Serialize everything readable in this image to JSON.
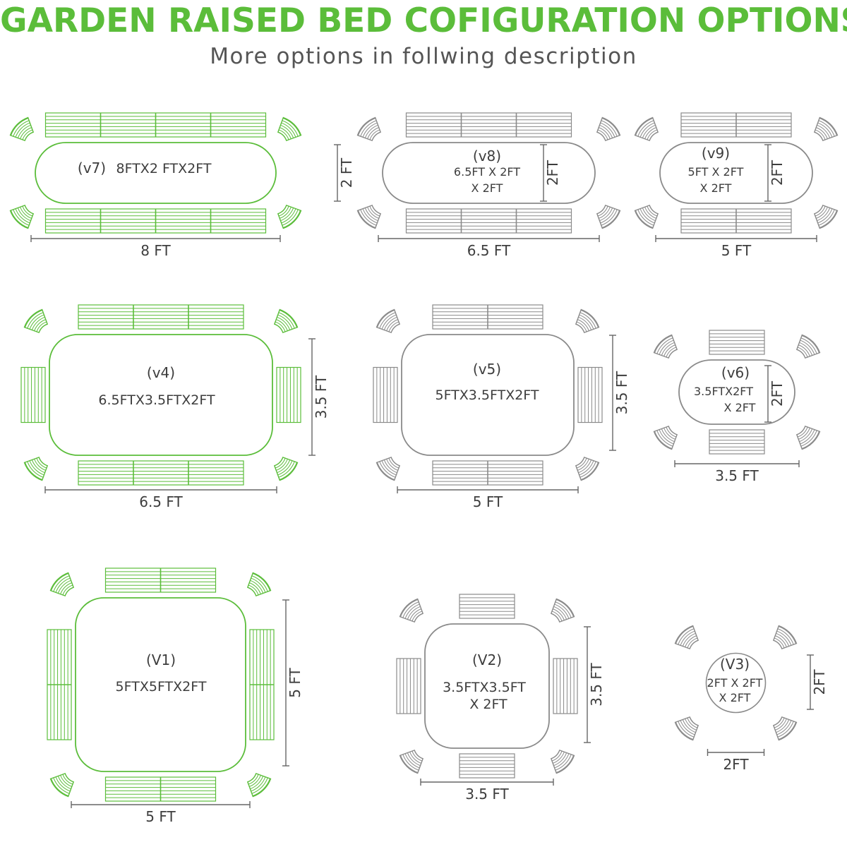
{
  "header": {
    "title": "GARDEN RAISED BED COFIGURATION OPTIONS",
    "subtitle": "More options in follwing description"
  },
  "colors": {
    "green": "#5bbd3a",
    "gray": "#8a8a8a",
    "title_green": "#5bbd3a",
    "text": "#3d3d3d"
  },
  "configs": [
    {
      "id": "v7",
      "label": "(v7)",
      "dims": [
        "8FTX2 FTX2FT"
      ],
      "width_label": "8 FT",
      "height_label": "2 FT",
      "color": "green"
    },
    {
      "id": "v8",
      "label": "(v8)",
      "dims": [
        "6.5FT X 2FT",
        "X 2FT"
      ],
      "width_label": "6.5 FT",
      "height_label": "2FT",
      "color": "gray"
    },
    {
      "id": "v9",
      "label": "(v9)",
      "dims": [
        "5FT X 2FT",
        "X 2FT"
      ],
      "width_label": "5 FT",
      "height_label": "2FT",
      "color": "gray"
    },
    {
      "id": "v4",
      "label": "(v4)",
      "dims": [
        "6.5FTX3.5FTX2FT"
      ],
      "width_label": "6.5  FT",
      "height_label": "3.5 FT",
      "color": "green"
    },
    {
      "id": "v5",
      "label": "(v5)",
      "dims": [
        "5FTX3.5FTX2FT"
      ],
      "width_label": "5 FT",
      "height_label": "3.5 FT",
      "color": "gray"
    },
    {
      "id": "v6",
      "label": "(v6)",
      "dims": [
        "3.5FTX2FT",
        "X 2FT"
      ],
      "width_label": "3.5 FT",
      "height_label": "2FT",
      "color": "gray"
    },
    {
      "id": "v1",
      "label": "(V1)",
      "dims": [
        "5FTX5FTX2FT"
      ],
      "width_label": "5 FT",
      "height_label": "5 FT",
      "color": "green"
    },
    {
      "id": "v2",
      "label": "(V2)",
      "dims": [
        "3.5FTX3.5FT",
        "X 2FT"
      ],
      "width_label": "3.5 FT",
      "height_label": "3.5 FT",
      "color": "gray"
    },
    {
      "id": "v3",
      "label": "(V3)",
      "dims": [
        "2FT X 2FT",
        "X 2FT"
      ],
      "width_label": "2FT",
      "height_label": "2FT",
      "color": "gray"
    }
  ]
}
